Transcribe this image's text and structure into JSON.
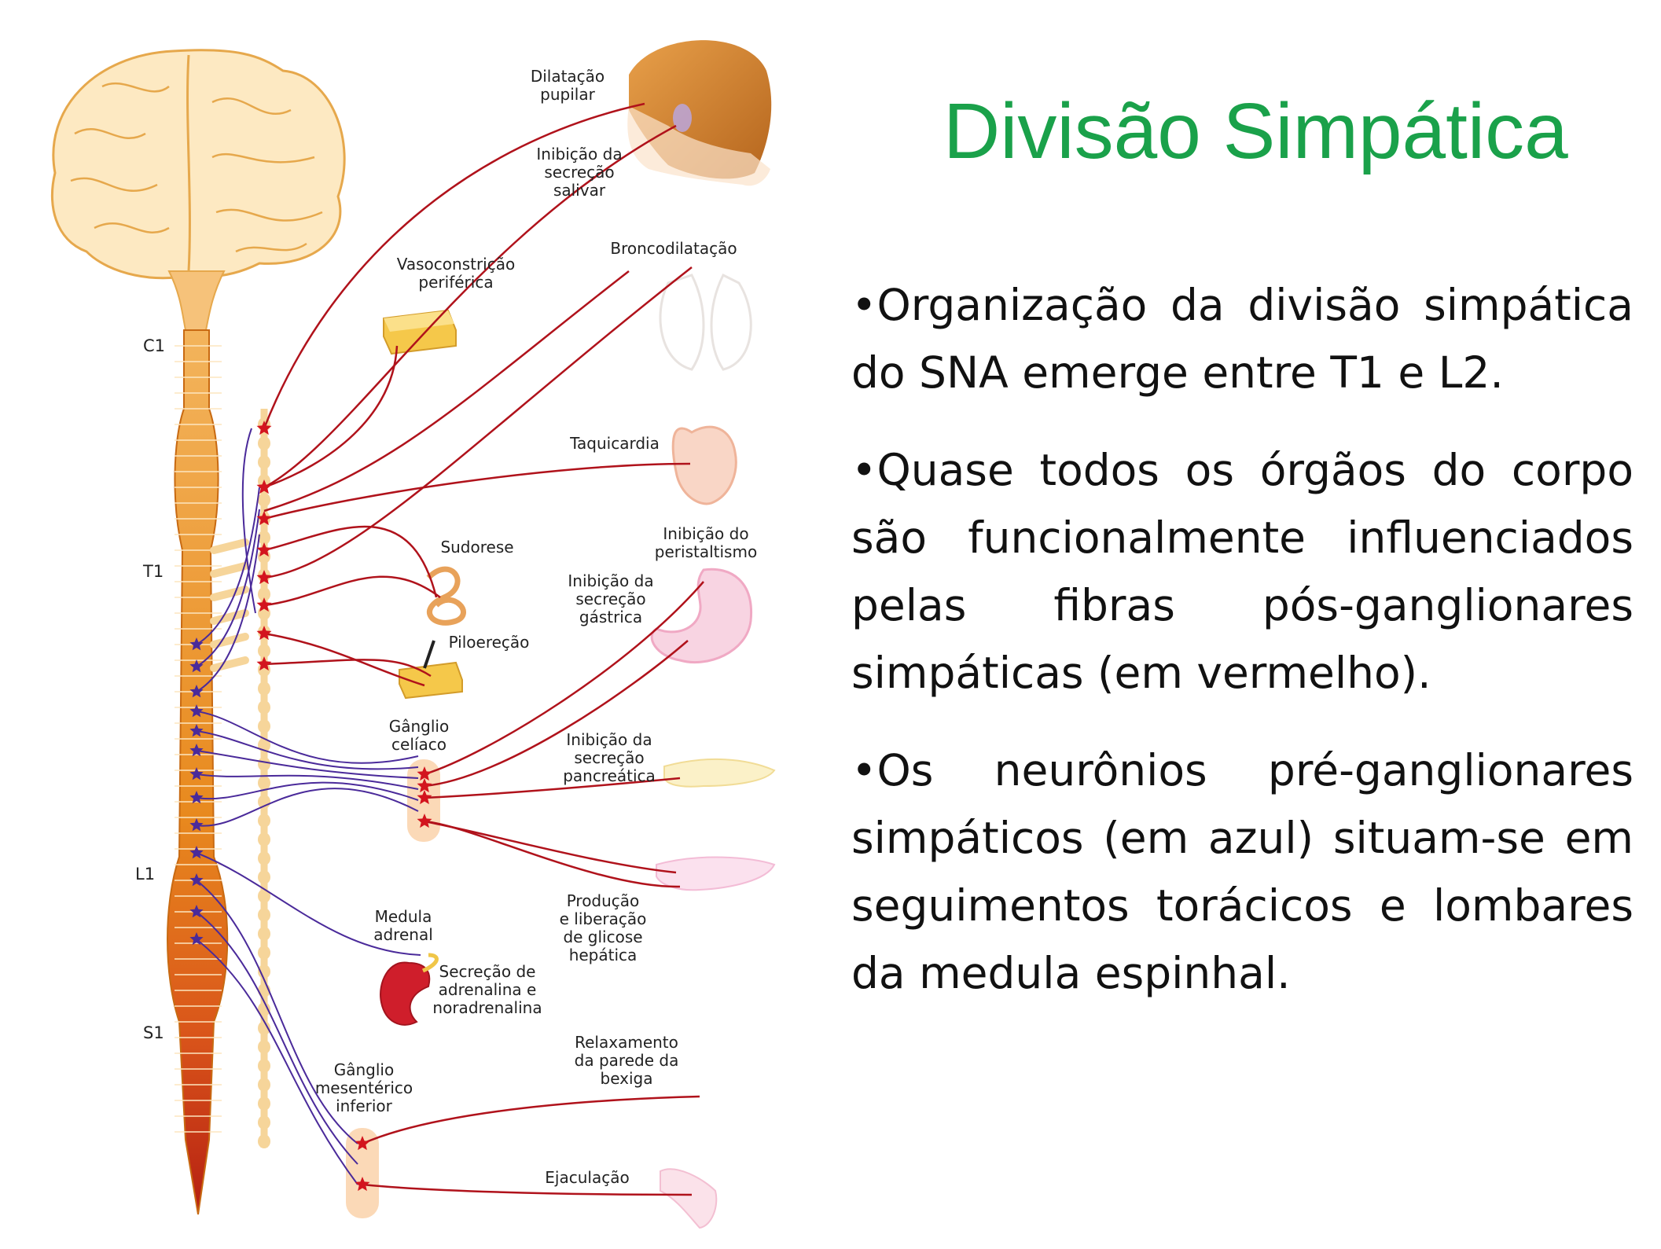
{
  "title": "Divisão Simpática",
  "bullets": [
    "•Organização da divisão simpática do SNA emerge entre T1 e L2.",
    "•Quase todos os órgãos do corpo são funcionalmente influenciados pelas fibras pós-ganglionares simpáticas (em vermelho).",
    "•Os neurônios pré-ganglionares simpáticos (em azul) situam-se em seguimentos torácicos e lombares da medula espinhal."
  ],
  "levels": {
    "c1": "C1",
    "t1": "T1",
    "l1": "L1",
    "s1": "S1"
  },
  "labels": {
    "dilatacao": "Dilatação\npupilar",
    "salivar": "Inibição da\nsecreção\nsalivar",
    "broncodilatacao": "Broncodilatação",
    "vasoconstricao": "Vasoconstrição\nperiférica",
    "taquicardia": "Taquicardia",
    "sudorese": "Sudorese",
    "peristaltismo": "Inibição do\nperistaltismo",
    "gastrica": "Inibição da\nsecreção\ngástrica",
    "piloerecao": "Piloereção",
    "celiaco": "Gânglio\ncelíaco",
    "pancreatica": "Inibição da\nsecreção\npancreática",
    "glicose": "Produção\ne liberação\nde glicose\nhepática",
    "adrenal": "Medula\nadrenal",
    "adrenalina": "Secreção de\nadrenalina e\nnoradrenalina",
    "bexiga": "Relaxamento\nda parede da\nbexiga",
    "mesenterico": "Gânglio\nmesentérico\ninferior",
    "ejaculacao": "Ejaculação"
  },
  "colors": {
    "title": "#1aa14a",
    "postganglionic": "#b0121b",
    "preganglionic": "#4a2a9a",
    "cord": "#e8891e",
    "chain": "#f6d59a"
  }
}
